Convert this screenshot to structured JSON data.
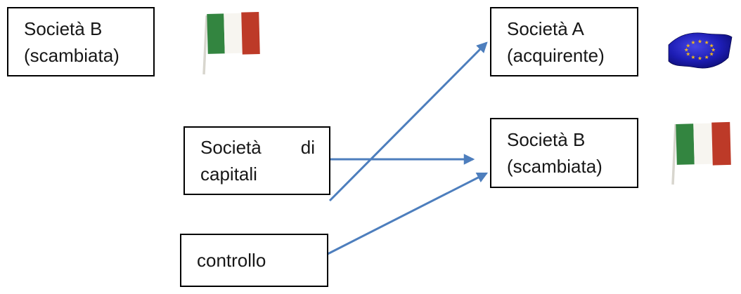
{
  "diagram": {
    "boxes": {
      "b_left": {
        "line1": "Società B",
        "line2": "(scambiata)"
      },
      "a_right": {
        "line1": "Società A",
        "line2": "(acquirente)"
      },
      "capitali": {
        "word1": "Società",
        "word2": "di",
        "line2": "capitali"
      },
      "b_right": {
        "line1": "Società B",
        "line2": "(scambiata)"
      },
      "controllo": {
        "line1": "controllo"
      }
    },
    "connections": [
      {
        "from": "Società di capitali",
        "to": "Società A (acquirente)"
      },
      {
        "from": "Società di capitali",
        "to": "Società B (scambiata)"
      },
      {
        "from": "controllo",
        "to": "Società B (scambiata)"
      }
    ],
    "icons": {
      "italy_flag_top": "italy-flag",
      "eu_flag": "eu-flag",
      "italy_flag_right": "italy-flag",
      "eu_star_glyph": "★"
    },
    "colors": {
      "arrow": "#4d7ebd",
      "box_border": "#000000",
      "italy_green": "#338540",
      "italy_white": "#f7f5f0",
      "italy_red": "#bd3a28",
      "italy_pole": "#d8d6ce",
      "eu_blue": "#1d1db4",
      "eu_blue_dark": "#0a0a66",
      "eu_blue_light": "#4646e6",
      "eu_star": "#f0b91d"
    }
  }
}
